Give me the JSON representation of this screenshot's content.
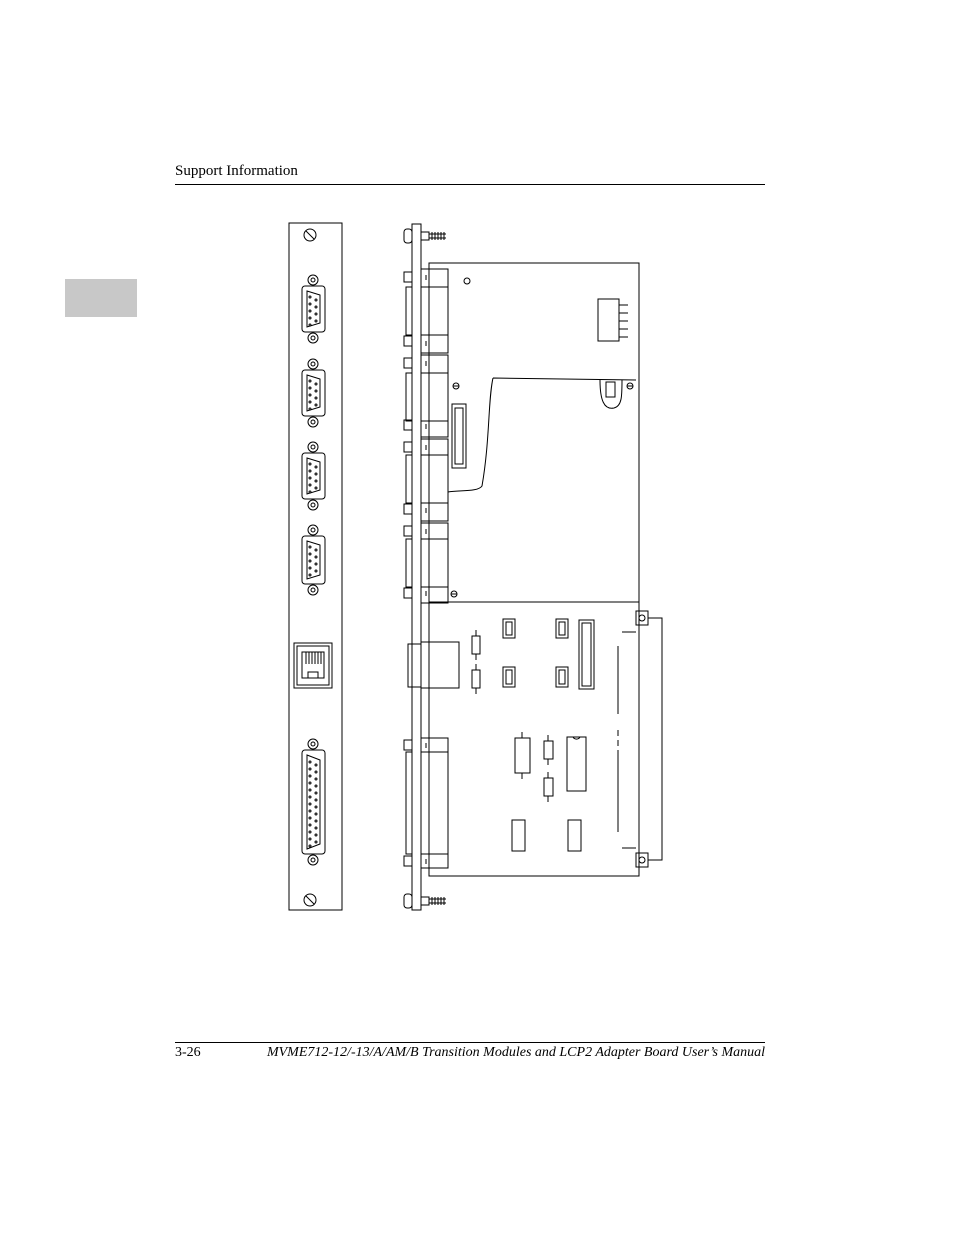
{
  "header": {
    "title": "Support Information"
  },
  "footer": {
    "page_number": "3-26",
    "manual_title": "MVME712-12/-13/A/AM/B Transition Modules and LCP2 Adapter Board User’s Manual"
  },
  "colors": {
    "side_tab": "#c8c8c8",
    "line": "#000000"
  }
}
